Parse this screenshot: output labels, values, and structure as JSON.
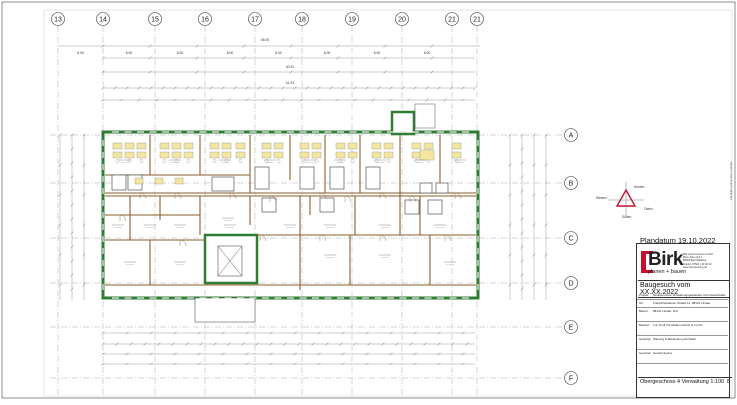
{
  "axes_top": [
    "13",
    "14",
    "15",
    "16",
    "17",
    "18",
    "19",
    "20",
    "21",
    "21"
  ],
  "axes_right": [
    "A",
    "B",
    "C",
    "D",
    "E",
    "F"
  ],
  "dims_top_row1": [
    "6.00",
    "6.00",
    "6.00",
    "6.00",
    "6.00",
    "6.00",
    "6.00",
    "6.00"
  ],
  "dim_total": "45.00",
  "dim_row2": "40.51",
  "dim_row3": "41.51",
  "plan_date": "Plandatum 19.10.2022",
  "application": "Baugesuch vom XX.XX.2022",
  "plan_title": "Obergeschoss 4 Verwaltung  1:100",
  "office": {
    "name": "Birk",
    "tagline": "planen + bauen",
    "address": [
      "Birk planen+bauen GmbH",
      "Beim Alten Hof 1",
      "88069 Bad Waldsee",
      "Telefon 07524 / 40 40 40",
      "www.birk-planung.de"
    ]
  },
  "compass": {
    "north": "Norden",
    "south": "Süden",
    "west": "Westen",
    "east": "Osten"
  },
  "title_rows": [
    {
      "label": "Projekt",
      "text": "Neubau eines Verwaltungsgebäudes mit Industriehalle"
    },
    {
      "label": "Ort",
      "text": "Friedrichshafener Straße 12, 88131 Lindau"
    },
    {
      "label": "Bauort",
      "text": "88131 Lindau, Flst."
    },
    {
      "label": "Bauherr",
      "text": "L.E. Prell Immobilien GmbH & Co KG"
    },
    {
      "label": "Gefertigt",
      "text": "Planung & Baulenkung Architekt"
    },
    {
      "label": "Gesehen",
      "text": "Genehmigung"
    }
  ],
  "sheet_number": "8",
  "colors": {
    "wall": "#2e7d32",
    "door": "#8b5e2a",
    "line": "#333333",
    "furniture": "#f2e6a0"
  }
}
